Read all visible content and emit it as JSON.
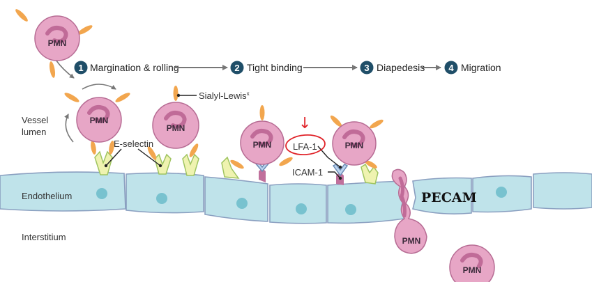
{
  "labels": {
    "pmn": "PMN",
    "vessel_lumen_line1": "Vessel",
    "vessel_lumen_line2": "lumen",
    "endothelium": "Endothelium",
    "interstitium": "Interstitium",
    "sialyl_lewis": "Sialyl-Lewis",
    "sialyl_sup": "x",
    "e_selectin": "E-selectin",
    "lfa1": "LFA-1",
    "icam1": "ICAM-1",
    "pecam": "PECAM",
    "arrow_mark": "↓"
  },
  "steps": [
    {
      "num": "1",
      "label": "Margination & rolling"
    },
    {
      "num": "2",
      "label": "Tight binding"
    },
    {
      "num": "3",
      "label": "Diapedesis"
    },
    {
      "num": "4",
      "label": "Migration"
    }
  ],
  "colors": {
    "cell_fill": "#e7a6c6",
    "cell_stroke": "#b76c94",
    "nucleus": "#c06b98",
    "spike": "#f2a64e",
    "endothelial_fill": "#bfe3ea",
    "endothelial_stroke": "#8a9fc0",
    "endothelial_nucleus": "#78c2cf",
    "selectin_fill": "#eff3b0",
    "selectin_stroke": "#9fc460",
    "integrin_fill": "#bcd4ee",
    "integrin_stroke": "#6a8ab4",
    "icam_fill": "#c0709c",
    "step_circle": "#1f4e68",
    "flow_arrow": "#777777",
    "annotation_red": "#e0242a"
  }
}
